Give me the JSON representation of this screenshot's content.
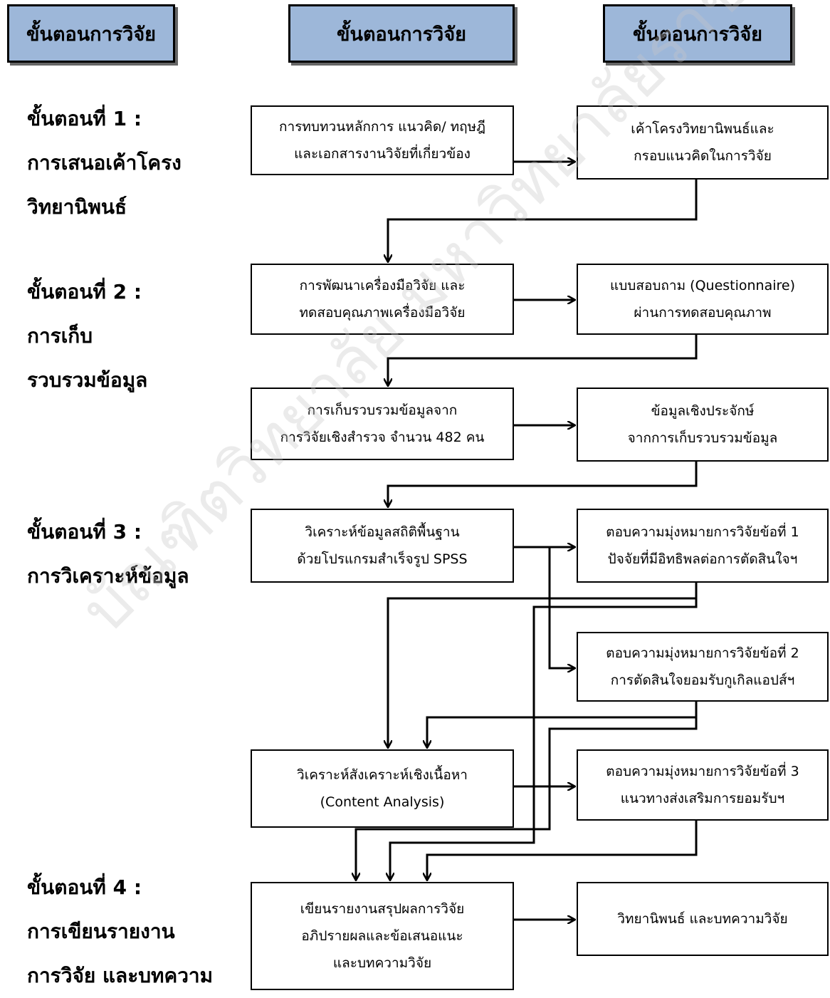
{
  "headers": [
    "ขั้นตอนการวิจัย",
    "ขั้นตอนการวิจัย",
    "ขั้นตอนการวิจัย"
  ],
  "stages": [
    {
      "lines": [
        "ขั้นตอนที่ 1 :",
        "การเสนอเค้าโครง",
        "วิทยานิพนธ์"
      ]
    },
    {
      "lines": [
        "ขั้นตอนที่ 2 :",
        "การเก็บ",
        "รวบรวมข้อมูล"
      ]
    },
    {
      "lines": [
        "ขั้นตอนที่ 3 :",
        "การวิเคราะห์ข้อมูล"
      ]
    },
    {
      "lines": [
        "ขั้นตอนที่ 4 :",
        "การเขียนรายงาน",
        "การวิจัย และบทความ"
      ]
    }
  ],
  "left_boxes": [
    {
      "lines": [
        "การทบทวนหลักการ แนวคิด/ ทฤษฎี",
        "และเอกสารงานวิจัยที่เกี่ยวข้อง"
      ]
    },
    {
      "lines": [
        "การพัฒนาเครื่องมือวิจัย และ",
        "ทดสอบคุณภาพเครื่องมือวิจัย"
      ]
    },
    {
      "lines": [
        "การเก็บรวบรวมข้อมูลจาก",
        "การวิจัยเชิงสำรวจ จำนวน 482 คน"
      ]
    },
    {
      "lines": [
        "วิเคราะห์ข้อมูลสถิติพื้นฐาน",
        "ด้วยโปรแกรมสำเร็จรูป SPSS"
      ]
    },
    {
      "lines": [
        "วิเคราะห์สังเคราะห์เชิงเนื้อหา",
        "(Content Analysis)"
      ]
    },
    {
      "lines": [
        "เขียนรายงานสรุปผลการวิจัย",
        "อภิปรายผลและข้อเสนอแนะ",
        "และบทความวิจัย"
      ]
    }
  ],
  "right_boxes": [
    {
      "lines": [
        "เค้าโครงวิทยานิพนธ์และ",
        "กรอบแนวคิดในการวิจัย"
      ]
    },
    {
      "lines": [
        "แบบสอบถาม (Questionnaire)",
        "ผ่านการทดสอบคุณภาพ"
      ]
    },
    {
      "lines": [
        "ข้อมูลเชิงประจักษ์",
        "จากการเก็บรวบรวมข้อมูล"
      ]
    },
    {
      "lines": [
        "ตอบความมุ่งหมายการวิจัยข้อที่ 1",
        "ปัจจัยที่มีอิทธิพลต่อการตัดสินใจฯ"
      ]
    },
    {
      "lines": [
        "ตอบความมุ่งหมายการวิจัยข้อที่ 2",
        "การตัดสินใจยอมรับกูเกิลแอปส์ฯ"
      ]
    },
    {
      "lines": [
        "ตอบความมุ่งหมายการวิจัยข้อที่ 3",
        "แนวทางส่งเสริมการยอมรับฯ"
      ]
    },
    {
      "lines": [
        "วิทยานิพนธ์ และบทความวิจัย"
      ]
    }
  ],
  "watermark": "บัณฑิตวิทยาลัย มหาวิทยาลัยราชภัฏสกลนคร"
}
